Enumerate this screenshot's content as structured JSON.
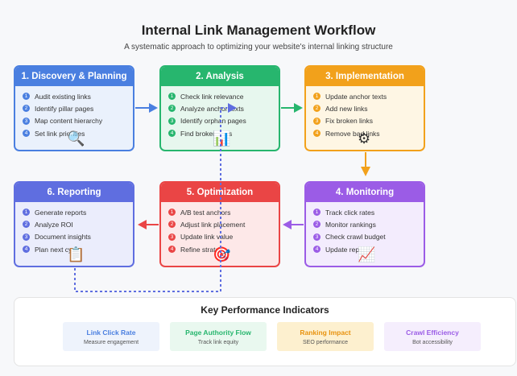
{
  "header": {
    "title": "Internal Link Management Workflow",
    "subtitle": "A systematic approach to optimizing your website's internal linking structure"
  },
  "cards": [
    {
      "title": "1. Discovery & Planning",
      "color": "#4a7fe0",
      "bg": "#eaf1fc",
      "items": [
        "Audit existing links",
        "Identify pillar pages",
        "Map content hierarchy",
        "Set link priorities"
      ],
      "icon": "magnifier-icon",
      "glyph": "🔍"
    },
    {
      "title": "2. Analysis",
      "color": "#27b66e",
      "bg": "#e7f7ee",
      "items": [
        "Check link relevance",
        "Analyze anchor texts",
        "Identify orphan pages",
        "Find broken links"
      ],
      "icon": "bar-chart-icon",
      "glyph": "📊"
    },
    {
      "title": "3. Implementation",
      "color": "#f2a11b",
      "bg": "#fef6e4",
      "items": [
        "Update anchor texts",
        "Add new links",
        "Fix broken links",
        "Remove bad links"
      ],
      "icon": "gear-icon",
      "glyph": "⚙"
    },
    {
      "title": "4. Monitoring",
      "color": "#9b5ce6",
      "bg": "#f3ecfd",
      "items": [
        "Track click rates",
        "Monitor rankings",
        "Check crawl budget",
        "Update reports"
      ],
      "icon": "trend-chart-icon",
      "glyph": "📈"
    },
    {
      "title": "5. Optimization",
      "color": "#ea4545",
      "bg": "#fde8e8",
      "items": [
        "A/B test anchors",
        "Adjust link placement",
        "Update link value",
        "Refine strategy"
      ],
      "icon": "target-icon",
      "glyph": "🎯"
    },
    {
      "title": "6. Reporting",
      "color": "#5f6ee0",
      "bg": "#ebedfc",
      "items": [
        "Generate reports",
        "Analyze ROI",
        "Document insights",
        "Plan next cycle"
      ],
      "icon": "clipboard-icon",
      "glyph": "📋"
    }
  ],
  "kpi": {
    "title": "Key Performance Indicators",
    "items": [
      {
        "label": "Link Click Rate",
        "sub": "Measure engagement",
        "color": "#4a7fe0",
        "bg": "#eef3fc"
      },
      {
        "label": "Page Authority Flow",
        "sub": "Track link equity",
        "color": "#27b66e",
        "bg": "#e9f8ef"
      },
      {
        "label": "Ranking Impact",
        "sub": "SEO performance",
        "color": "#e8920e",
        "bg": "#fdf0cf"
      },
      {
        "label": "Crawl Efficiency",
        "sub": "Bot accessibility",
        "color": "#9b5ce6",
        "bg": "#f5eefd"
      }
    ]
  }
}
